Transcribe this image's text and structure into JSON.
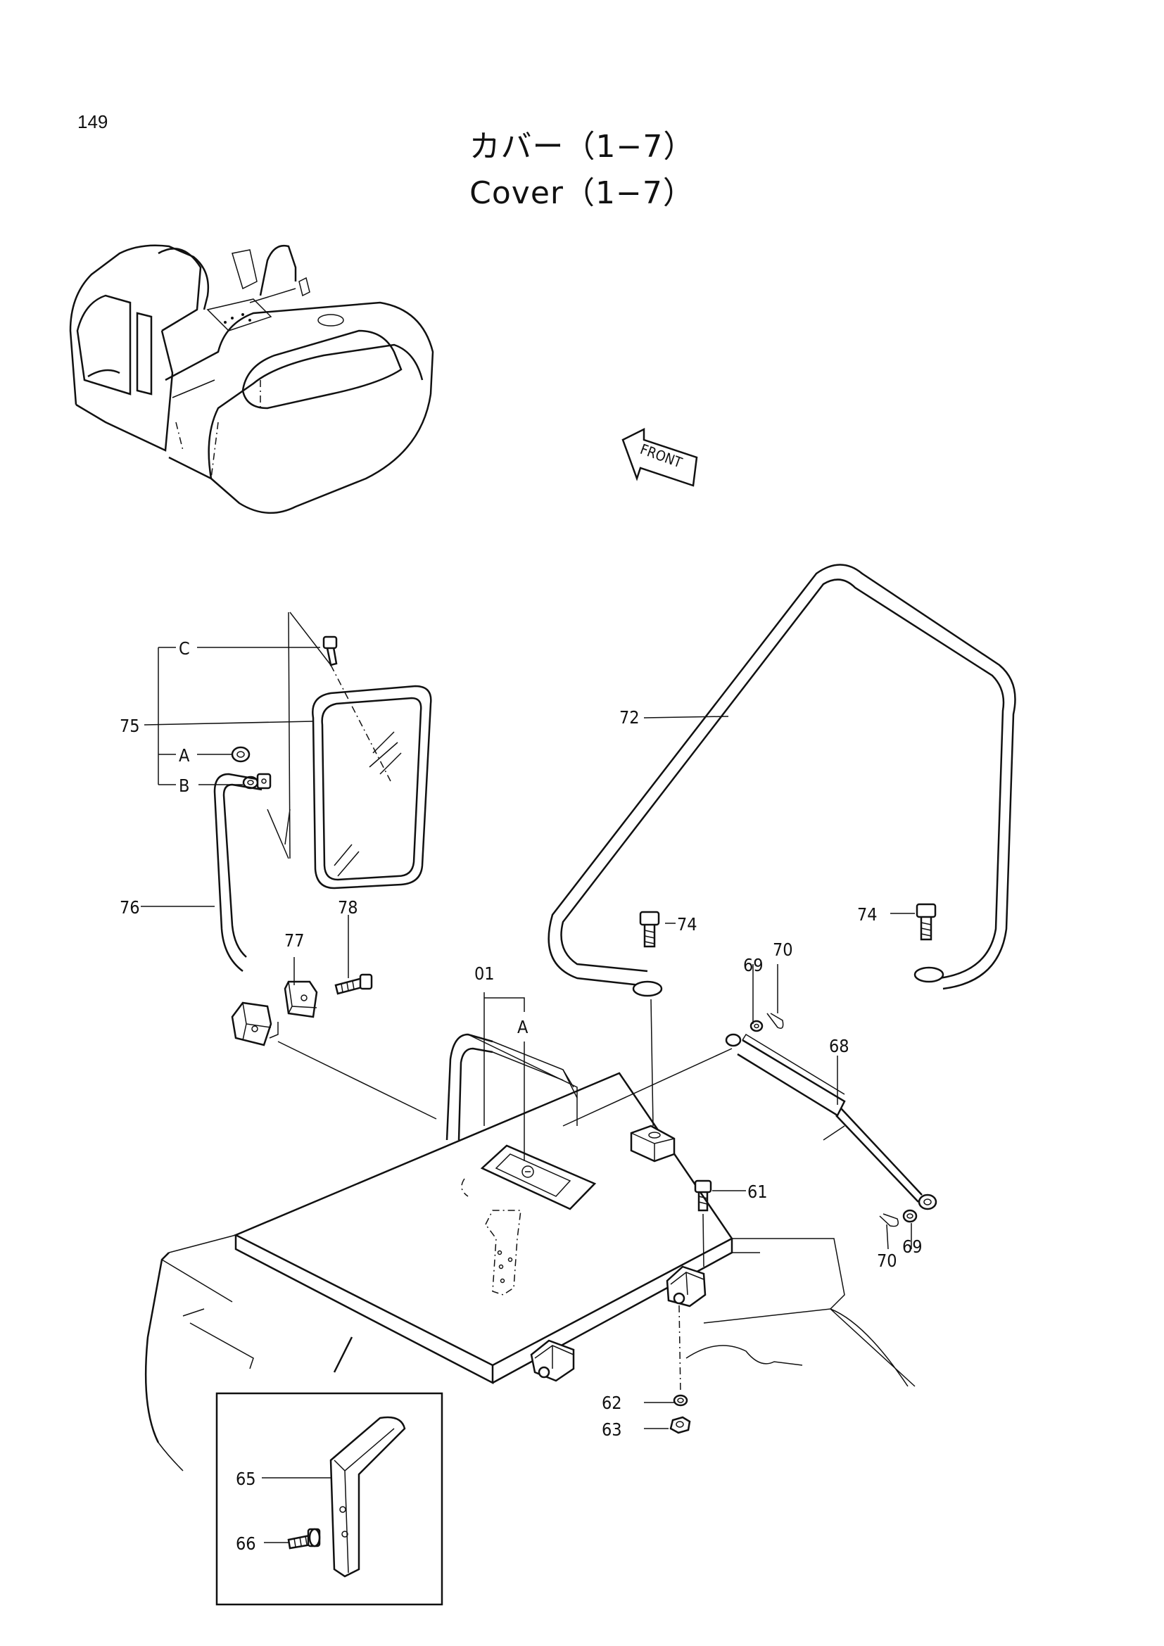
{
  "page_number": "149",
  "title_ja": "カバー（1−7）",
  "title_en": "Cover（1−7）",
  "front_label": "FRONT",
  "callouts": {
    "c72": "72",
    "c74a": "74",
    "c74b": "74",
    "c75": "75",
    "c76": "76",
    "c77": "77",
    "c78": "78",
    "c01": "01",
    "c69a": "69",
    "c70a": "70",
    "c68": "68",
    "c61": "61",
    "c70b": "70",
    "c69b": "69",
    "c62": "62",
    "c63": "63",
    "c65": "65",
    "c66": "66"
  },
  "group_letters": {
    "c": "C",
    "a": "A",
    "b": "B",
    "a01": "A"
  }
}
